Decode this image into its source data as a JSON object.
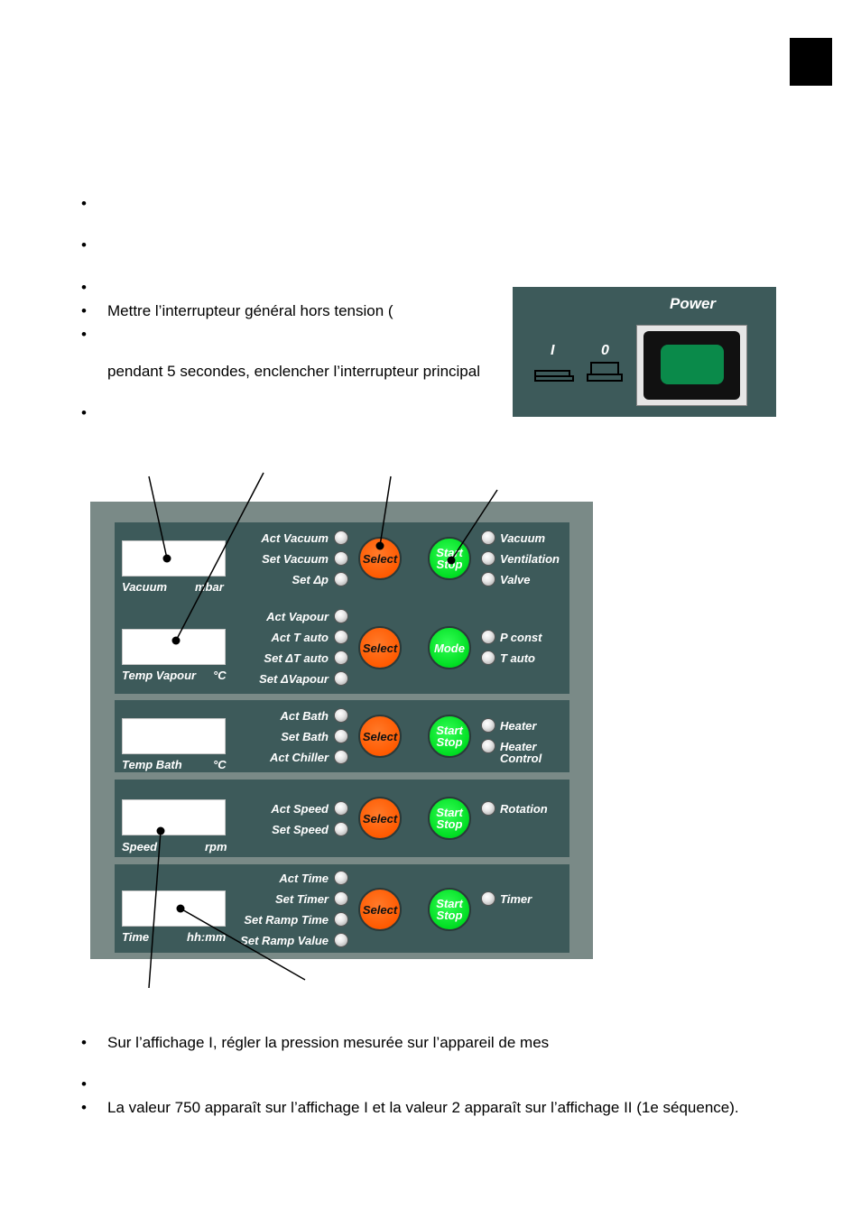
{
  "bullets": [
    {
      "text": ""
    },
    {
      "text": ""
    },
    {
      "text": ""
    },
    {
      "text": "Mettre l’interrupteur général hors tension ("
    },
    {
      "text": ""
    },
    {
      "text": "pendant 5 secondes, enclencher l’interrupteur principal"
    },
    {
      "text": ""
    },
    {
      "text": "Sur l’affichage I, régler la pression mesurée sur l’appareil de mes"
    },
    {
      "text": ""
    },
    {
      "text": "La valeur 750 apparaît sur l’affichage I et la valeur 2 apparaît sur l’affichage II (1e séquence)."
    }
  ],
  "power": {
    "title": "Power",
    "on_label": "I",
    "off_label": "0"
  },
  "panel": {
    "vacuum": {
      "display_label": "Vacuum",
      "unit": "mbar",
      "leds": [
        "Act Vacuum",
        "Set Vacuum",
        "Set Δp"
      ],
      "select": "Select",
      "start": "Start",
      "stop": "Stop",
      "status": [
        "Vacuum",
        "Ventilation",
        "Valve"
      ]
    },
    "vapour": {
      "display_label": "Temp Vapour",
      "unit": "°C",
      "leds": [
        "Act Vapour",
        "Act T auto",
        "Set ΔT auto",
        "Set ΔVapour"
      ],
      "select": "Select",
      "mode": "Mode",
      "status": [
        "P const",
        "T auto"
      ]
    },
    "bath": {
      "display_label": "Temp Bath",
      "unit": "°C",
      "leds": [
        "Act Bath",
        "Set Bath",
        "Act Chiller"
      ],
      "select": "Select",
      "start": "Start",
      "stop": "Stop",
      "status": [
        "Heater",
        "Heater",
        "Control"
      ]
    },
    "speed": {
      "display_label": "Speed",
      "unit": "rpm",
      "leds": [
        "Act Speed",
        "Set Speed"
      ],
      "select": "Select",
      "start": "Start",
      "stop": "Stop",
      "status": [
        "Rotation"
      ]
    },
    "time": {
      "display_label": "Time",
      "unit": "hh:mm",
      "leds": [
        "Act Time",
        "Set Timer",
        "Set Ramp Time",
        "Set Ramp Value"
      ],
      "select": "Select",
      "start": "Start",
      "stop": "Stop",
      "status": [
        "Timer"
      ]
    }
  },
  "colors": {
    "panel_dark": "#3d5a5a",
    "panel_frame": "#7a8a87",
    "select_button": "#ff5a00",
    "start_button": "#00dd22",
    "power_led": "#0a8a4a"
  }
}
